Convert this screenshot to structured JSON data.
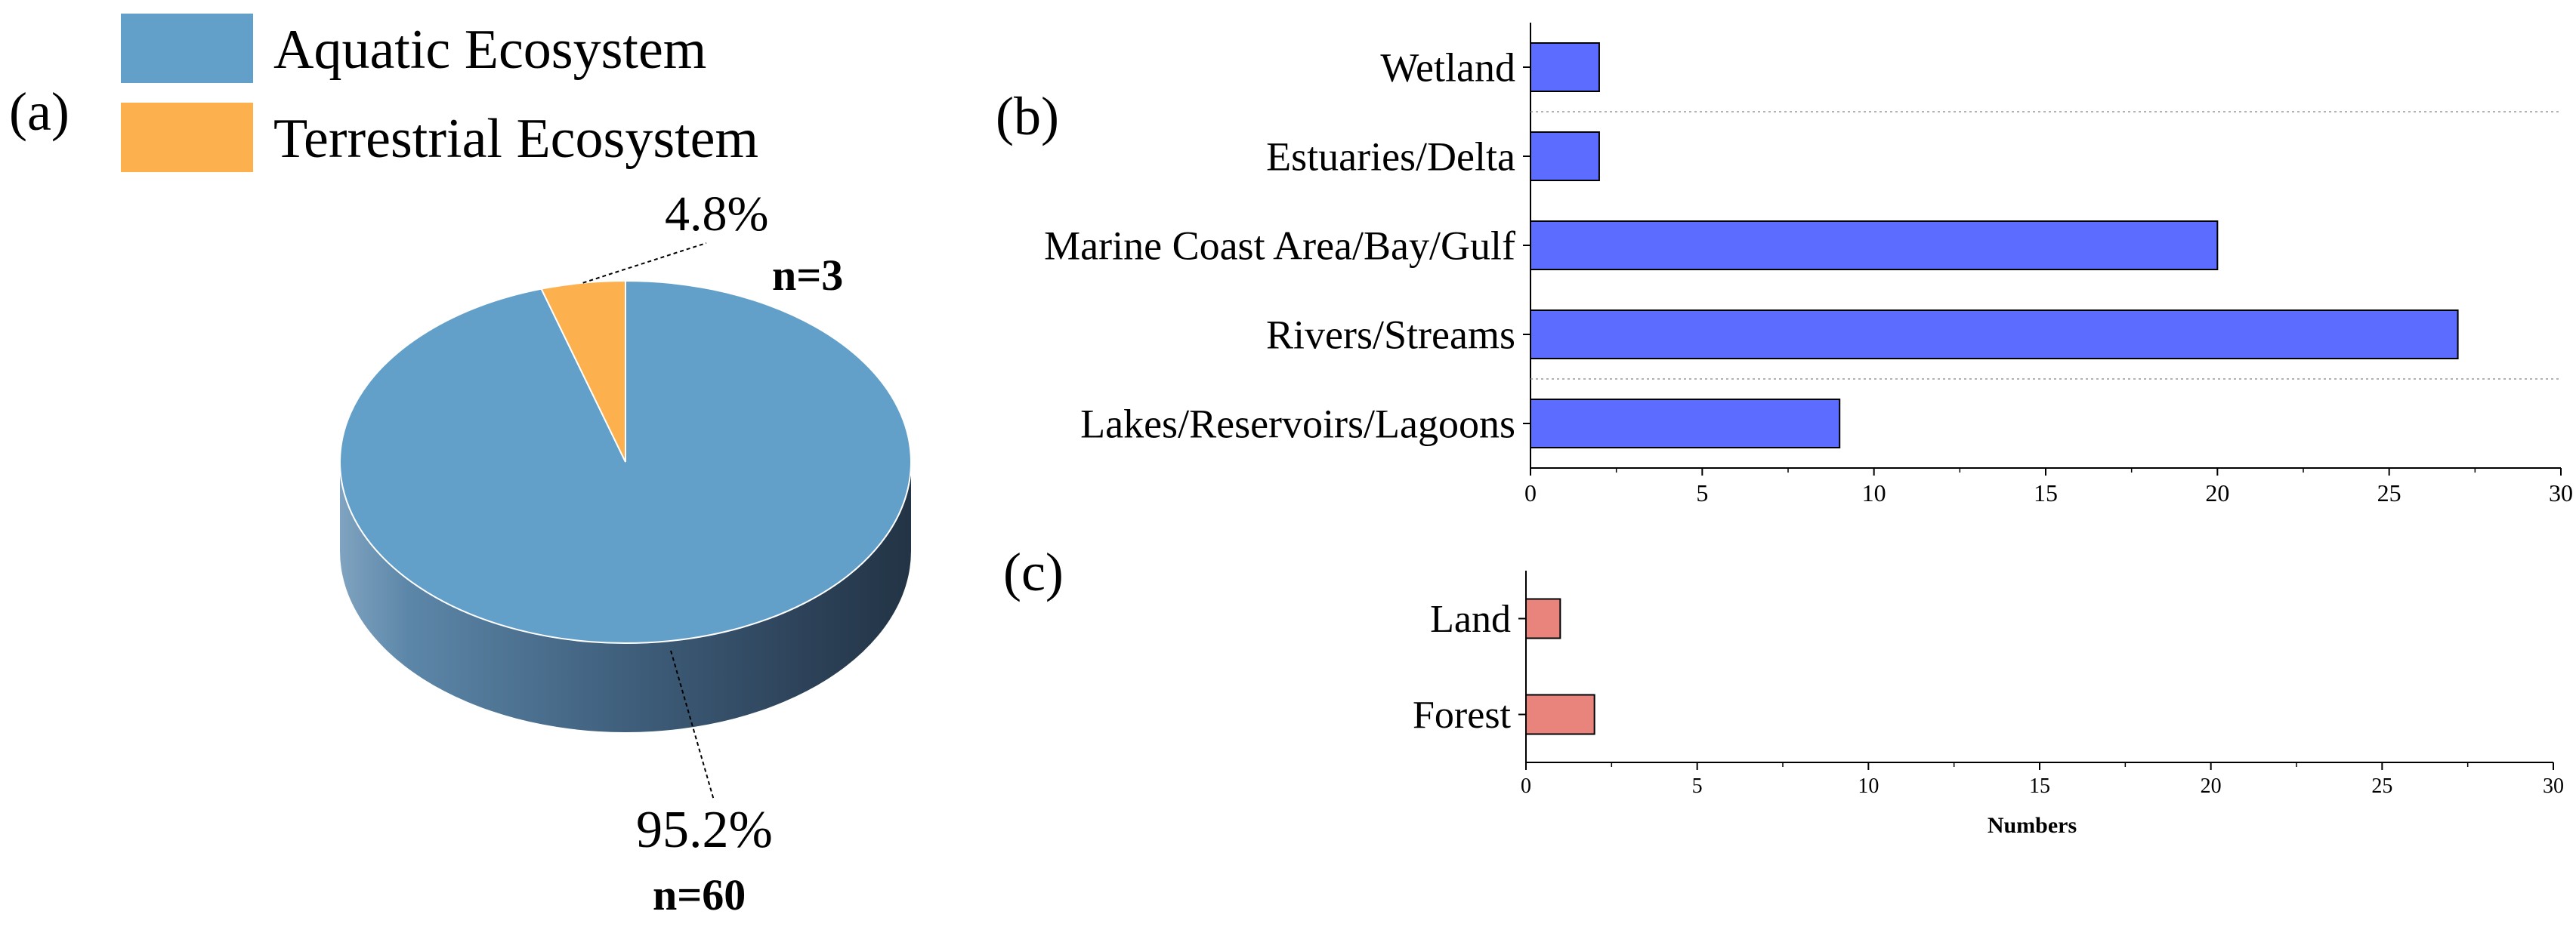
{
  "colors": {
    "aquatic": "#62a0ca",
    "terrestrial": "#fdb14e",
    "aquatic_side_light": "#5b8eb3",
    "aquatic_side_dark": "#27394b",
    "bar_b": "#5c6cff",
    "bar_c": "#e8847c",
    "axis": "#000000"
  },
  "chart_data": [
    {
      "panel": "(a)",
      "type": "pie",
      "legend": [
        "Aquatic Ecosystem",
        "Terrestrial Ecosystem"
      ],
      "legend_position": "top-left",
      "slices": [
        {
          "name": "Aquatic Ecosystem",
          "value": 60,
          "percent_label": "95.2%",
          "count_label": "n=60"
        },
        {
          "name": "Terrestrial Ecosystem",
          "value": 3,
          "percent_label": "4.8%",
          "count_label": "n=3"
        }
      ],
      "style": "3d"
    },
    {
      "panel": "(b)",
      "type": "bar",
      "orientation": "horizontal",
      "categories": [
        "Wetland",
        "Estuaries/Delta",
        "Marine Coast Area/Bay/Gulf",
        "Rivers/Streams",
        "Lakes/Reservoirs/Lagoons"
      ],
      "values": [
        2,
        2,
        20,
        27,
        9
      ],
      "xlim": [
        0,
        30
      ],
      "xticks": [
        "0",
        "5",
        "10",
        "15",
        "20",
        "25",
        "30"
      ],
      "xlabel": "",
      "grid": "dotted separators"
    },
    {
      "panel": "(c)",
      "type": "bar",
      "orientation": "horizontal",
      "categories": [
        "Land",
        "Forest"
      ],
      "values": [
        1,
        2
      ],
      "xlim": [
        0,
        30
      ],
      "xticks": [
        "0",
        "5",
        "10",
        "15",
        "20",
        "25",
        "30"
      ],
      "xlabel": "Numbers"
    }
  ]
}
